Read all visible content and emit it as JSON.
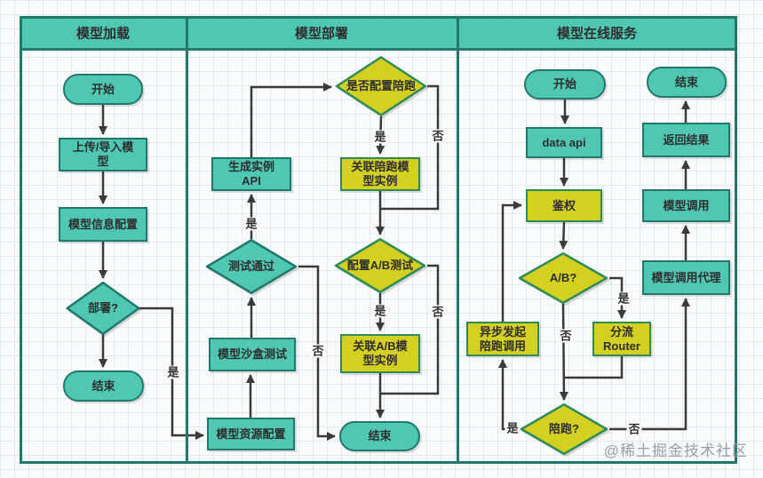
{
  "colors": {
    "teal_fill": "#4fc7b2",
    "teal_border": "#20796c",
    "yellow_fill": "#d3d021",
    "yellow_border": "#2e8b57",
    "header_fill": "#4fc7b2",
    "frame_border": "#20796c",
    "line_color": "#3a3a3a",
    "canvas_bg": "#fafbfc",
    "grid_line": "#e6e9ec",
    "watermark_color": "#9aa0a6"
  },
  "lanes": [
    {
      "title": "模型加载",
      "nodes": [
        {
          "id": "start",
          "label": "开始"
        },
        {
          "id": "upload-import-model",
          "label": "上传/导入模\n型"
        },
        {
          "id": "model-info-config",
          "label": "模型信息配置"
        },
        {
          "id": "deploy-decision",
          "label": "部署?"
        },
        {
          "id": "end",
          "label": "结束"
        }
      ]
    },
    {
      "title": "模型部署",
      "nodes": [
        {
          "id": "escort-config-decision",
          "label": "是否配置陪跑"
        },
        {
          "id": "gen-instance-api",
          "label": "生成实例\nAPI"
        },
        {
          "id": "assoc-escort-instance",
          "label": "关联陪跑模\n型实例"
        },
        {
          "id": "test-pass-decision",
          "label": "测试通过"
        },
        {
          "id": "ab-config-decision",
          "label": "配置A/B测试"
        },
        {
          "id": "sandbox-test",
          "label": "模型沙盒测试"
        },
        {
          "id": "assoc-ab-instance",
          "label": "关联A/B模\n型实例"
        },
        {
          "id": "resource-config",
          "label": "模型资源配置"
        },
        {
          "id": "end",
          "label": "结束"
        }
      ]
    },
    {
      "title": "模型在线服务",
      "nodes": [
        {
          "id": "start",
          "label": "开始"
        },
        {
          "id": "data-api",
          "label": "data api"
        },
        {
          "id": "auth",
          "label": "鉴权"
        },
        {
          "id": "ab-decision",
          "label": "A/B?"
        },
        {
          "id": "async-escort-call",
          "label": "异步发起\n陪跑调用"
        },
        {
          "id": "router",
          "label": "分流\nRouter"
        },
        {
          "id": "escort-decision",
          "label": "陪跑?"
        },
        {
          "id": "model-call-proxy",
          "label": "模型调用代理"
        },
        {
          "id": "model-call",
          "label": "模型调用"
        },
        {
          "id": "return-result",
          "label": "返回结果"
        },
        {
          "id": "end",
          "label": "结束"
        }
      ]
    }
  ],
  "edge_labels": {
    "deploy_yes": "是",
    "test_pass_yes": "是",
    "test_pass_no": "否",
    "escort_config_yes": "是",
    "escort_config_no": "否",
    "ab_config_yes": "是",
    "ab_config_no": "否",
    "ab_yes": "是",
    "ab_no": "否",
    "escort_yes": "是",
    "escort_no": "否"
  },
  "watermark": "@稀土掘金技术社区"
}
